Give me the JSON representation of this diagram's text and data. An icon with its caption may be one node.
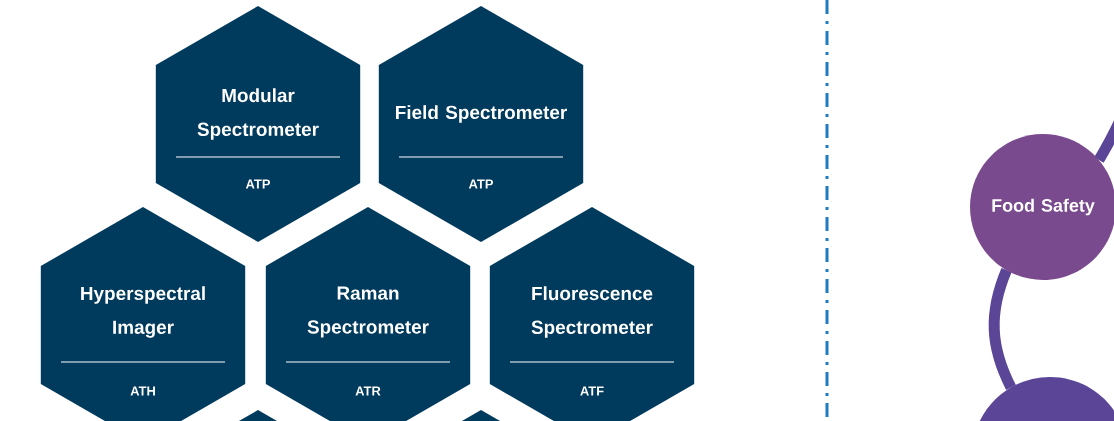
{
  "diagram": {
    "nodes": [
      {
        "text": [
          "Modular Spectrometer",
          "ATP"
        ]
      },
      {
        "text": [
          "Field Spectrometer",
          "ATP"
        ]
      },
      {
        "text": [
          "Hyperspectral Imager",
          "ATH"
        ]
      },
      {
        "text": [
          "Raman Spectrometer",
          "ATR"
        ]
      },
      {
        "text": [
          "Fluorescence Spectrometer",
          "ATF"
        ]
      },
      {
        "text": [],
        "shape": "hexagon"
      },
      {
        "text": [],
        "shape": "hexagon"
      },
      {
        "text": [
          "Food Safety"
        ]
      },
      {
        "text": [],
        "shape": "circle"
      }
    ],
    "edges": [
      {
        "from": 7,
        "to": 8,
        "arrow": "none"
      },
      {
        "from": 7,
        "to": null,
        "arrow": "none"
      }
    ]
  }
}
